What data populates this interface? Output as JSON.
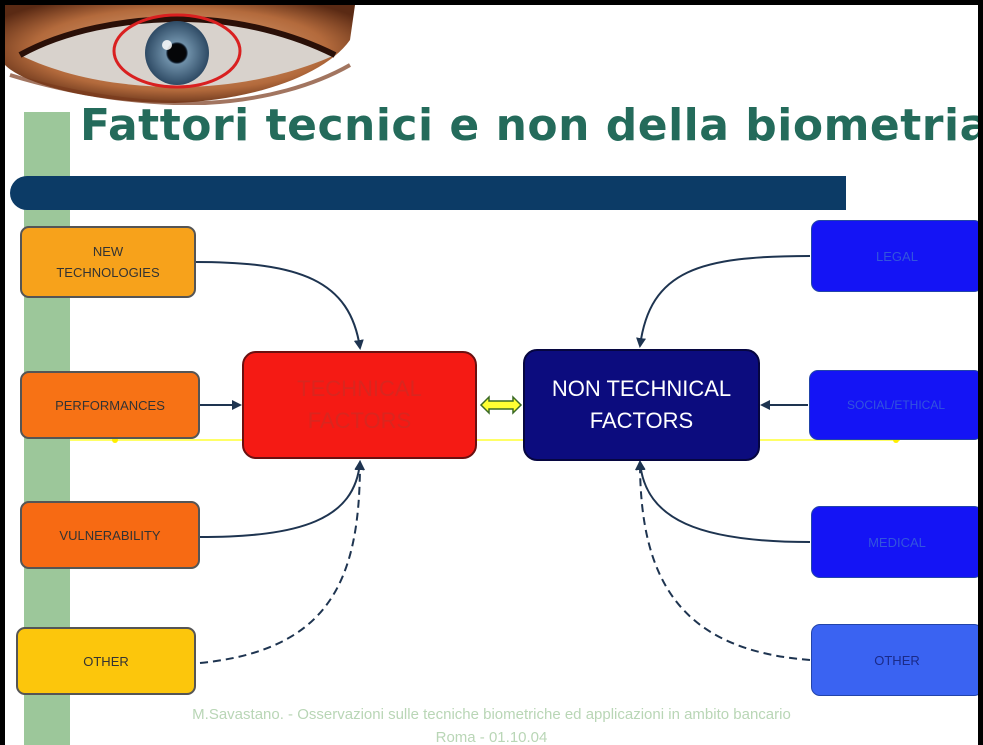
{
  "slide": {
    "title": "Fattori tecnici e non della biometria",
    "footer_line1": "M.Savastano. - Osservazioni sulle tecniche biometriche ed applicazioni in ambito bancario",
    "footer_line2": "Roma - 01.10.04"
  },
  "left_factors": [
    {
      "label": "NEW TECHNOLOGIES",
      "color": "#f7a21b"
    },
    {
      "label": "PERFORMANCES",
      "color": "#f77215"
    },
    {
      "label": "VULNERABILITY",
      "color": "#f76a13"
    },
    {
      "label": "OTHER",
      "color": "#fcc60c"
    }
  ],
  "right_factors": [
    {
      "label": "LEGAL",
      "color": "#1414f5"
    },
    {
      "label": "SOCIAL/ETHICAL",
      "color": "#1414f5"
    },
    {
      "label": "MEDICAL",
      "color": "#1414f5"
    },
    {
      "label": "OTHER",
      "color": "#3a63f2"
    }
  ],
  "center": {
    "technical": {
      "label": "TECHNICAL FACTORS",
      "color": "#f51a14",
      "text_color": "#d9261f"
    },
    "non_technical": {
      "label": "NON TECHNICAL FACTORS",
      "color": "#0c0c7e",
      "text_color": "#ffffff"
    }
  },
  "colors": {
    "title": "#246b5b",
    "title_bar": "#0c3b66",
    "side_bar": "#9cc79a",
    "connector_line": "#ffff66",
    "bidirectional_arrow": "#ffff33"
  },
  "icons": {
    "header_image": "eye-image"
  }
}
